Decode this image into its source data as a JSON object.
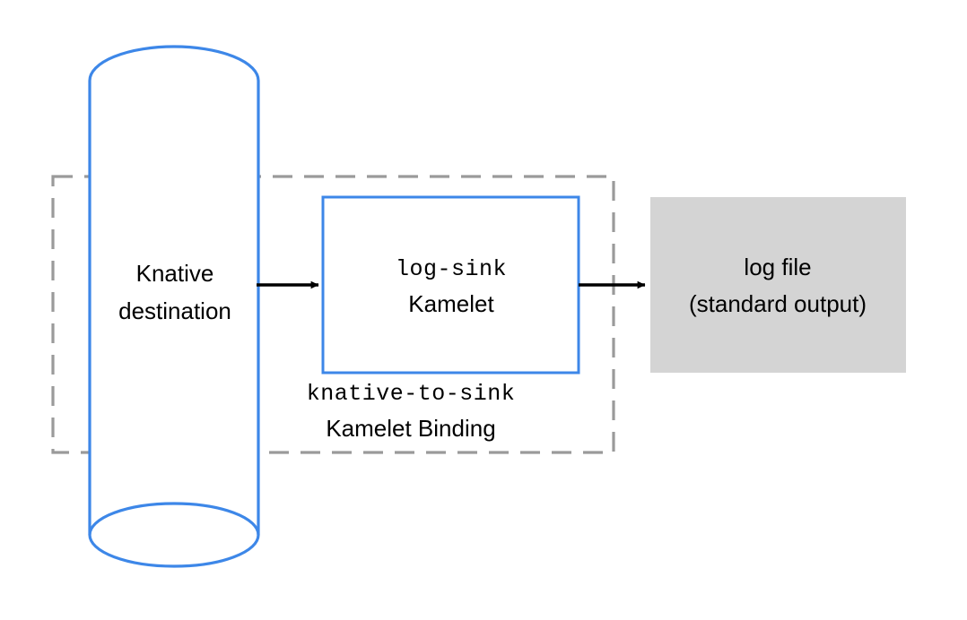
{
  "diagram": {
    "title": "knative-to-sink Kamelet Binding flow",
    "colors": {
      "cylinder_stroke": "#3d87e8",
      "kamelet_box_stroke": "#3d87e8",
      "binding_dashed_stroke": "#9a9a9a",
      "log_file_fill": "#d4d4d4",
      "arrow": "#000000",
      "text": "#000000",
      "background": "#ffffff"
    },
    "shapes": {
      "knative_source": {
        "type": "cylinder",
        "label_line1": "Knative",
        "label_line2": "destination"
      },
      "kamelet": {
        "type": "rectangle",
        "label_line1": "log-sink",
        "label_line1_font": "mono",
        "label_line2": "Kamelet",
        "label_line2_font": "sans"
      },
      "binding": {
        "type": "dashed-rectangle",
        "label_line1": "knative-to-sink",
        "label_line1_font": "mono",
        "label_line2": "Kamelet Binding",
        "label_line2_font": "sans"
      },
      "log_file": {
        "type": "filled-rectangle",
        "label_line1": "log file",
        "label_line2": "(standard output)"
      }
    },
    "arrows": [
      {
        "name": "knative-to-kamelet",
        "from": "knative_source",
        "to": "kamelet"
      },
      {
        "name": "kamelet-to-logfile",
        "from": "kamelet",
        "to": "log_file"
      }
    ]
  }
}
